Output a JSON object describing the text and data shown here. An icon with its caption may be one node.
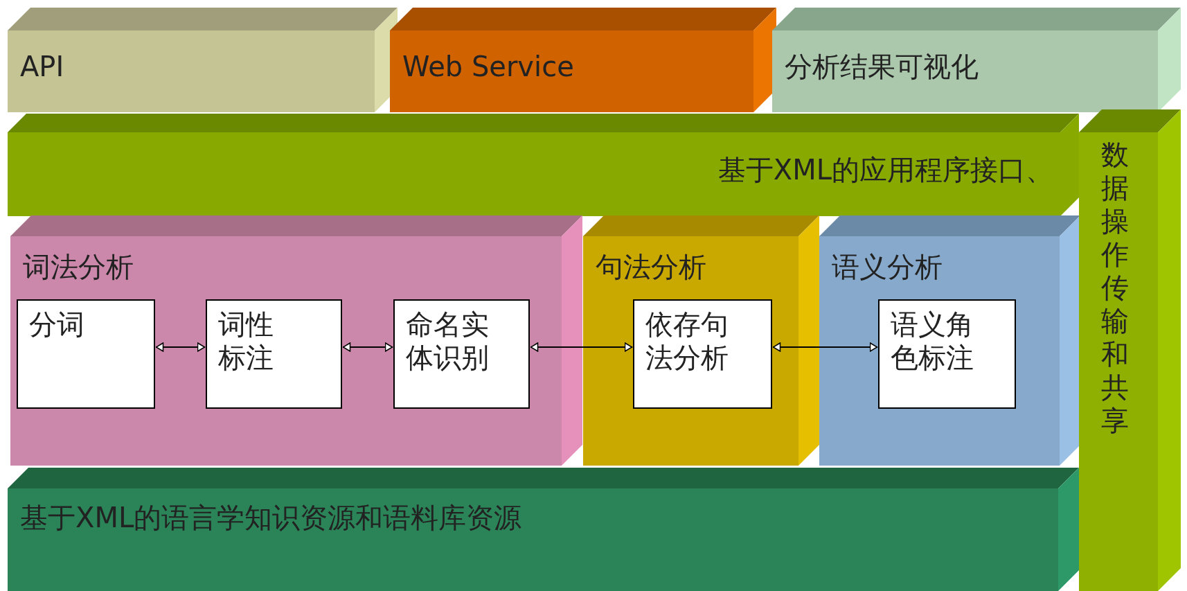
{
  "diagram": {
    "nodes": [
      {
        "text": [
          "API"
        ]
      },
      {
        "text": [
          "Web Service"
        ]
      },
      {
        "text": [
          "分析结果可视化"
        ]
      },
      {
        "text": [
          "基于XML的应用程序接口、"
        ]
      },
      {
        "text": [
          "数据操作传输和共享"
        ]
      },
      {
        "text": [
          "词法分析"
        ]
      },
      {
        "text": [
          "分词"
        ],
        "in": 5
      },
      {
        "text": [
          "词性标注"
        ],
        "in": 5
      },
      {
        "text": [
          "命名实体识别"
        ],
        "in": 5
      },
      {
        "text": [
          "句法分析"
        ]
      },
      {
        "text": [
          "依存句法分析"
        ],
        "in": 9
      },
      {
        "text": [
          "语义分析"
        ]
      },
      {
        "text": [
          "语义角色标注"
        ],
        "in": 11
      },
      {
        "text": [
          "基于XML的语言学知识资源和语料库资源"
        ]
      }
    ],
    "edges": [
      {
        "from": 6,
        "to": 7,
        "arrow": "both"
      },
      {
        "from": 7,
        "to": 8,
        "arrow": "both"
      },
      {
        "from": 8,
        "to": 10,
        "arrow": "both"
      },
      {
        "from": 10,
        "to": 12,
        "arrow": "both"
      }
    ]
  }
}
